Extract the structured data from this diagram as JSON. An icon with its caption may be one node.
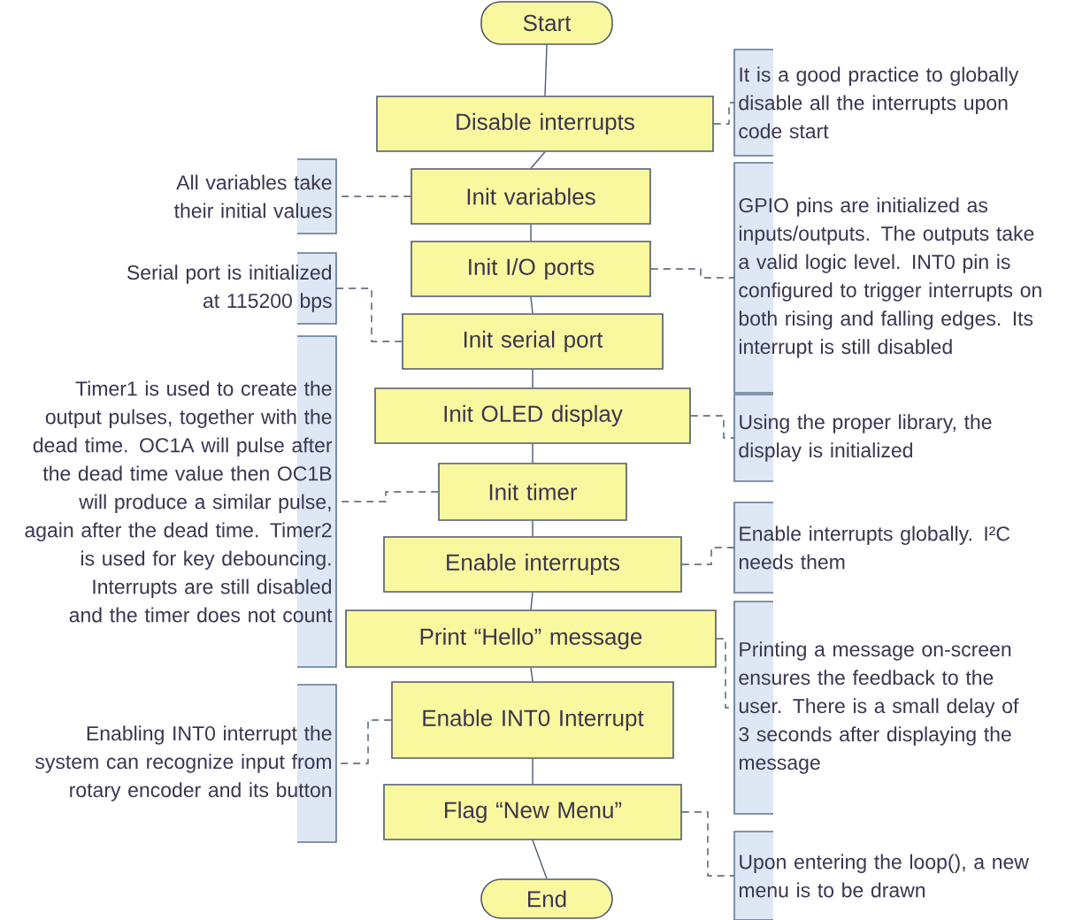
{
  "diagram": {
    "nodes": [
      {
        "text": [
          "Start"
        ]
      },
      {
        "text": [
          "Disable interrupts"
        ]
      },
      {
        "text": [
          "Init variables"
        ]
      },
      {
        "text": [
          "Init I/O ports"
        ]
      },
      {
        "text": [
          "Init serial port"
        ]
      },
      {
        "text": [
          "Init OLED display"
        ]
      },
      {
        "text": [
          "Init timer"
        ]
      },
      {
        "text": [
          "Enable interrupts"
        ]
      },
      {
        "text": [
          "Print “Hello” message"
        ]
      },
      {
        "text": [
          "Enable INT0 Interrupt"
        ]
      },
      {
        "text": [
          "Flag “New Menu”"
        ]
      },
      {
        "text": [
          "End"
        ]
      },
      {
        "text": [
          "It is a good practice to globally disable all the interrupts upon code start"
        ]
      },
      {
        "text": [
          "All variables take their initial values"
        ]
      },
      {
        "text": [
          "GPIO pins are initialized as inputs/outputs. The outputs take a valid logic level. INT0 pin is configured to trigger interrupts on both rising and falling edges. Its interrupt is still disabled"
        ]
      },
      {
        "text": [
          "Serial port is initialized at 115200 bps"
        ]
      },
      {
        "text": [
          "Timer1 is used to create the output pulses, together with the dead time. OC1A will pulse after the dead time value then OC1B will produce a similar pulse, again after the dead time. Timer2 is used for key debouncing. Interrupts are still disabled and the timer does not count"
        ]
      },
      {
        "text": [
          "Using the proper library, the display is initialized"
        ]
      },
      {
        "text": [
          "Enable interrupts globally. I²C needs them"
        ]
      },
      {
        "text": [
          "Printing a message on-screen ensures the feedback to the user. There is a small delay of 3 seconds after displaying the message"
        ]
      },
      {
        "text": [
          "Enabling INT0 interrupt the system can recognize input from rotary encoder and its button"
        ]
      },
      {
        "text": [
          "Upon entering the loop(), a new menu is to be drawn"
        ]
      }
    ],
    "edges": [
      {
        "from": 0,
        "to": 1,
        "arrow": "none"
      },
      {
        "from": 1,
        "to": 2,
        "arrow": "none"
      },
      {
        "from": 2,
        "to": 3,
        "arrow": "none"
      },
      {
        "from": 3,
        "to": 4,
        "arrow": "none"
      },
      {
        "from": 4,
        "to": 5,
        "arrow": "none"
      },
      {
        "from": 5,
        "to": 6,
        "arrow": "none"
      },
      {
        "from": 6,
        "to": 7,
        "arrow": "none"
      },
      {
        "from": 7,
        "to": 8,
        "arrow": "none"
      },
      {
        "from": 8,
        "to": 9,
        "arrow": "none"
      },
      {
        "from": 9,
        "to": 10,
        "arrow": "none"
      },
      {
        "from": 10,
        "to": 11,
        "arrow": "none"
      },
      {
        "from": 1,
        "to": 12,
        "arrow": "none",
        "style": "dashed"
      },
      {
        "from": 2,
        "to": 13,
        "arrow": "none",
        "style": "dashed"
      },
      {
        "from": 3,
        "to": 14,
        "arrow": "none",
        "style": "dashed"
      },
      {
        "from": 4,
        "to": 15,
        "arrow": "none",
        "style": "dashed"
      },
      {
        "from": 6,
        "to": 16,
        "arrow": "none",
        "style": "dashed"
      },
      {
        "from": 5,
        "to": 17,
        "arrow": "none",
        "style": "dashed"
      },
      {
        "from": 7,
        "to": 18,
        "arrow": "none",
        "style": "dashed"
      },
      {
        "from": 8,
        "to": 19,
        "arrow": "none",
        "style": "dashed"
      },
      {
        "from": 9,
        "to": 20,
        "arrow": "none",
        "style": "dashed"
      },
      {
        "from": 10,
        "to": 21,
        "arrow": "none",
        "style": "dashed"
      }
    ]
  }
}
